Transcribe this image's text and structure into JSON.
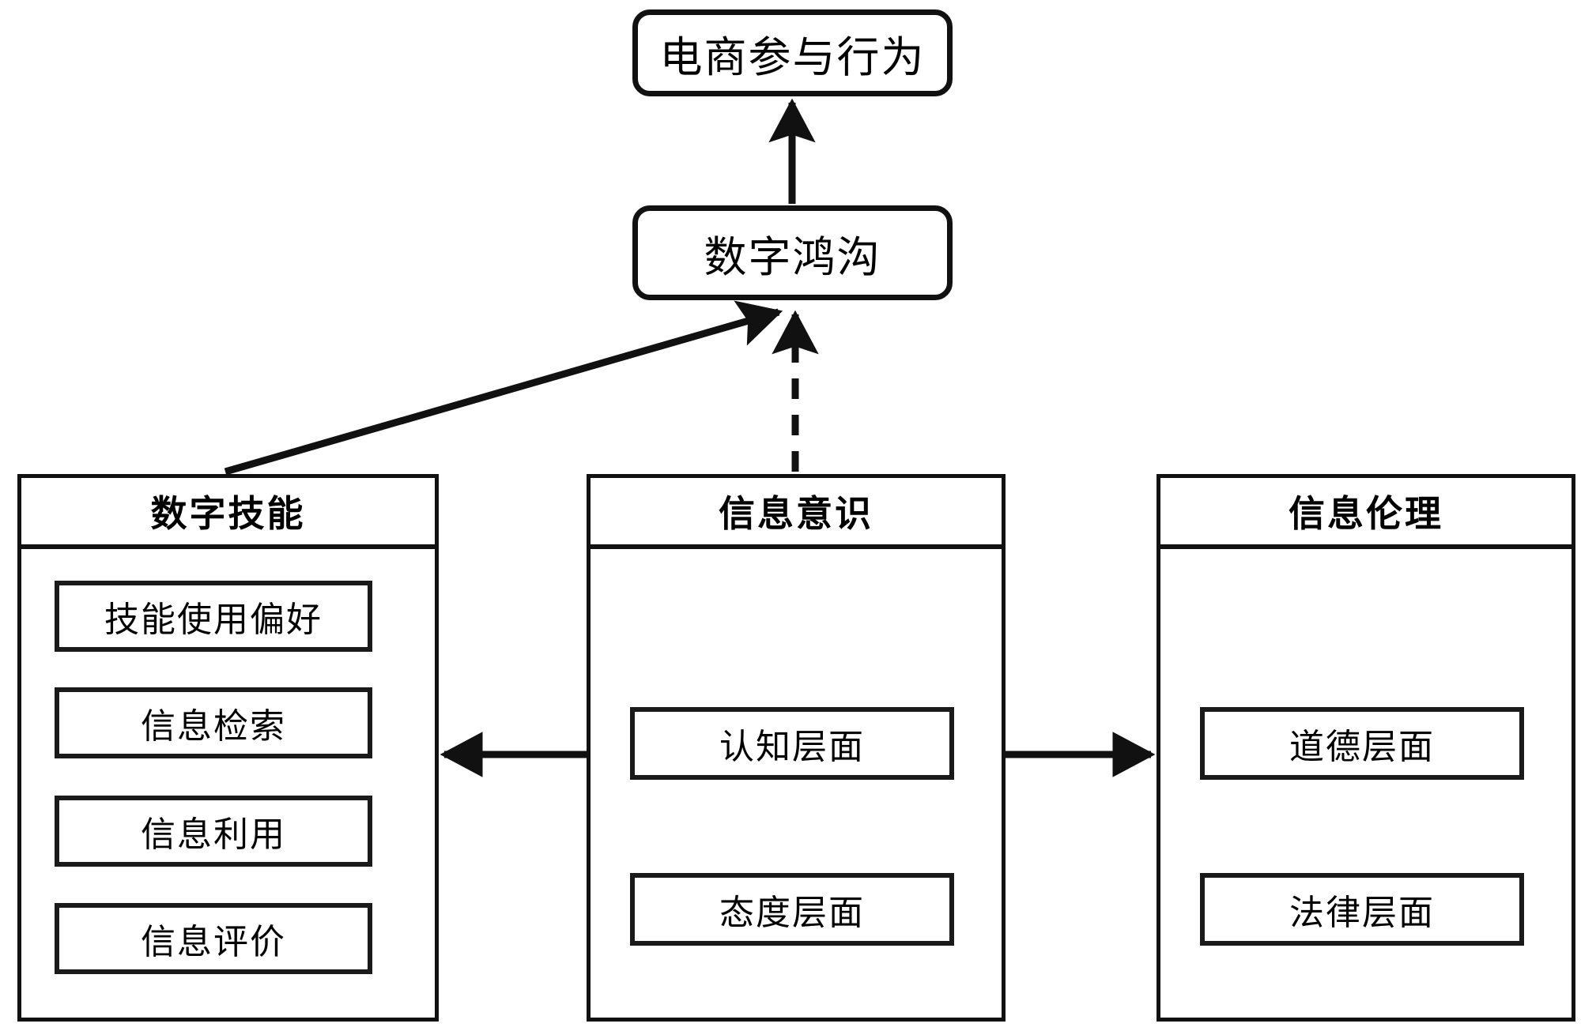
{
  "diagram": {
    "title_boxes": {
      "outcome": "电商参与行为",
      "mediator": "数字鸿沟"
    },
    "columns": [
      {
        "id": "skills",
        "header": "数字技能",
        "items": [
          "技能使用偏好",
          "信息检索",
          "信息利用",
          "信息评价"
        ]
      },
      {
        "id": "awareness",
        "header": "信息意识",
        "items": [
          "认知层面",
          "态度层面"
        ]
      },
      {
        "id": "ethics",
        "header": "信息伦理",
        "items": [
          "道德层面",
          "法律层面"
        ]
      }
    ],
    "connectors": [
      {
        "name": "mediator-to-outcome",
        "from": "数字鸿沟",
        "to": "电商参与行为",
        "style": "solid",
        "arrow": "up"
      },
      {
        "name": "skills-to-mediator",
        "from": "数字技能",
        "to": "数字鸿沟",
        "style": "solid",
        "arrow": "diagonal-up-right"
      },
      {
        "name": "awareness-to-mediator",
        "from": "信息意识",
        "to": "数字鸿沟",
        "style": "dashed",
        "arrow": "up"
      },
      {
        "name": "awareness-to-skills",
        "from": "信息意识",
        "to": "数字技能",
        "style": "solid",
        "arrow": "left"
      },
      {
        "name": "awareness-to-ethics",
        "from": "信息意识",
        "to": "信息伦理",
        "style": "solid",
        "arrow": "right"
      }
    ],
    "colors": {
      "stroke": "#111111",
      "background": "#ffffff",
      "text": "#000000"
    }
  }
}
